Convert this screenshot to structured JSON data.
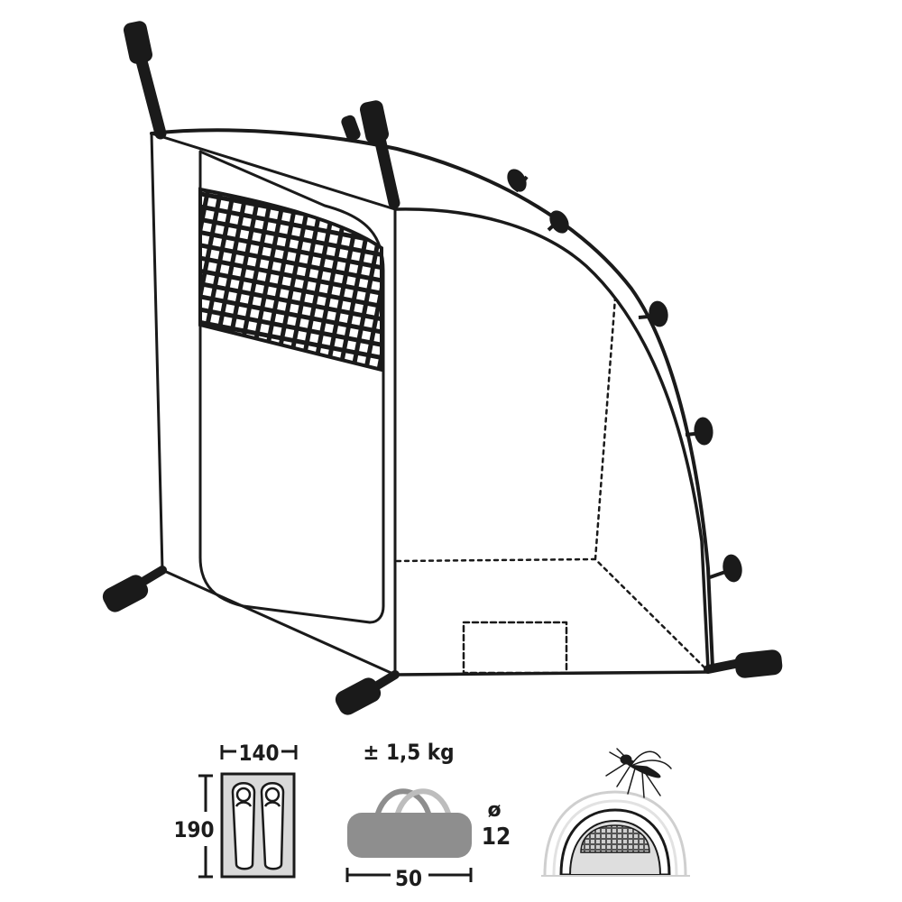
{
  "specs": {
    "bed_width": "140",
    "bed_length": "190",
    "weight": "± 1,5 kg",
    "pack_diameter_symbol": "ø",
    "pack_diameter": "12",
    "pack_length": "50"
  },
  "colors": {
    "line": "#1a1a1a",
    "mesh_fill": "#ffffff",
    "icon_fill": "#d9d9d9",
    "bag_fill": "#8e8e8e",
    "text": "#1c1c1c"
  }
}
